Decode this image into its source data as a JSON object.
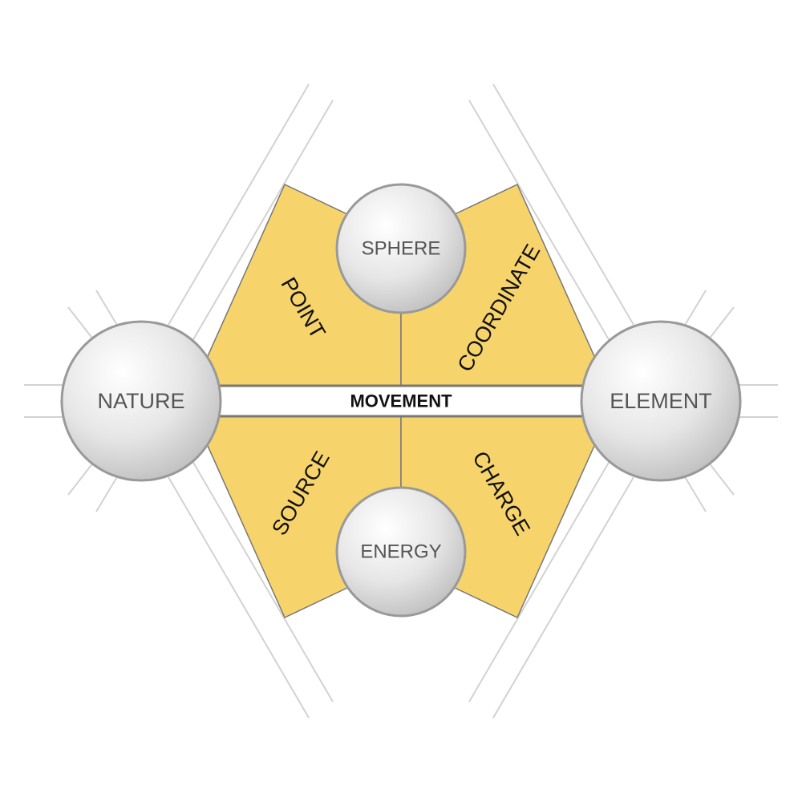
{
  "center_band": {
    "label": "MOVEMENT"
  },
  "nodes": {
    "top": "SPHERE",
    "bottom": "ENERGY",
    "left": "NATURE",
    "right": "ELEMENT"
  },
  "quadrants": {
    "upper_left": "POINT",
    "upper_right": "COORDINATE",
    "lower_left": "SOURCE",
    "lower_right": "CHARGE"
  },
  "colors": {
    "fill": "#f7d46b",
    "outline": "#777777",
    "guide_lines": "#d2d2d2",
    "band": "#ffffff"
  }
}
